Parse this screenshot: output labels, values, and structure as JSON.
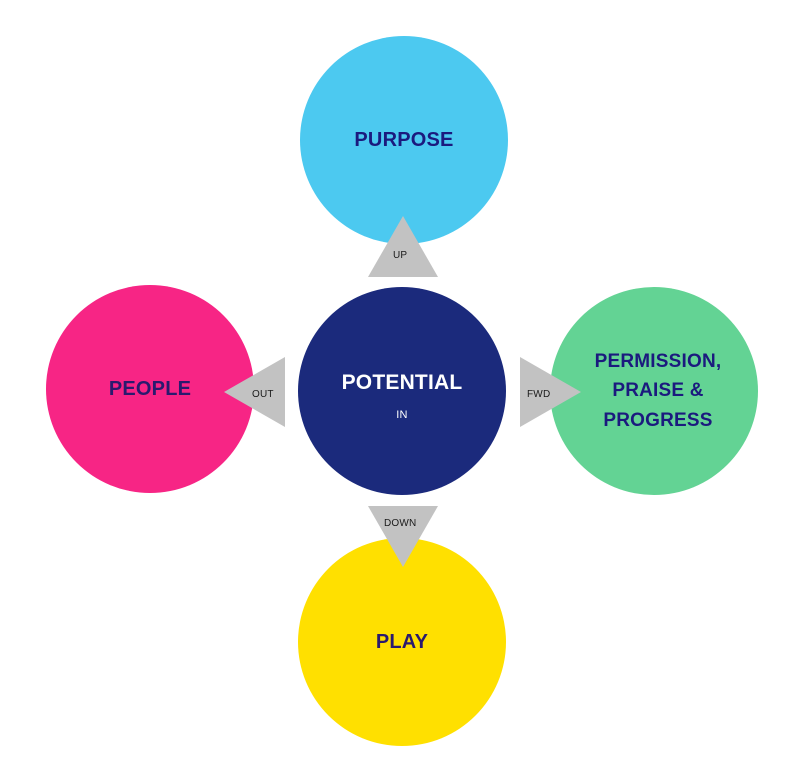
{
  "nodes": {
    "purpose": {
      "label": "PURPOSE",
      "fill": "#4cc9f0",
      "text_color": "#1b1a7e"
    },
    "people": {
      "label": "PEOPLE",
      "fill": "#f72585",
      "text_color": "#2a1a6e"
    },
    "potential": {
      "label": "POTENTIAL",
      "sublabel": "IN",
      "fill": "#1b2a7c",
      "text_color": "#ffffff"
    },
    "progress": {
      "label_lines": [
        "PERMISSION,",
        "PRAISE &",
        "PROGRESS"
      ],
      "fill": "#63d394",
      "text_color": "#1b1a7e"
    },
    "play": {
      "label": "PLAY",
      "fill": "#ffe000",
      "text_color": "#2a1a6e"
    }
  },
  "arrows": {
    "up": "UP",
    "down": "DOWN",
    "out": "OUT",
    "fwd": "FWD",
    "fill": "#c2c2c2"
  }
}
